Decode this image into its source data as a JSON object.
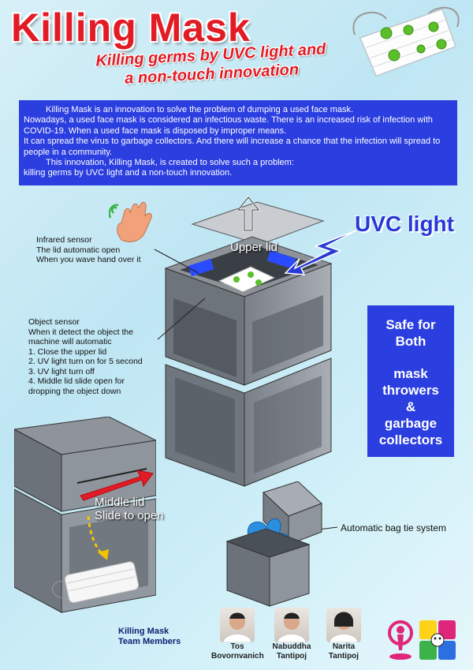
{
  "header": {
    "title": "Killing Mask",
    "subtitle_line1": "Killing germs by UVC light and",
    "subtitle_line2": "a non-touch innovation"
  },
  "intro": {
    "p1": "Killing Mask is an innovation to solve the problem of dumping a used face mask.",
    "p2": "Nowadays, a used face mask is considered an infectious waste. There is an increased risk of infection with COVID-19. When a used face mask is disposed by improper means.",
    "p3": "It can spread the virus to garbage collectors. And there will increase a chance that the infection will spread to people in a community.",
    "p4": "This innovation, Killing Mask, is created to solve such a problem:",
    "p5": "killing germs by UVC light and a non-touch innovation."
  },
  "labels": {
    "infrared_1": "Infrared sensor",
    "infrared_2": "The lid automatic open",
    "infrared_3": "When you wave hand over it",
    "upper_lid": "Upper lid",
    "uvc_light": "UVC light",
    "object_1": "Object sensor",
    "object_2": "When it detect the object  the",
    "object_3": "machine will automatic",
    "object_4": "1. Close the upper lid",
    "object_5": "2. UV light turn on for 5 second",
    "object_6": "3. UV light turn off",
    "object_7": "4. Middle lid slide open for",
    "object_8": "dropping the object down",
    "middle_lid_1": "Middle lid",
    "middle_lid_2": "Slide to open",
    "bag_tie": "Automatic bag tie system"
  },
  "safe_box": {
    "line1": "Safe for",
    "line2": "Both",
    "line3": "mask",
    "line4": "throwers",
    "line5": "&",
    "line6": "garbage",
    "line7": "collectors"
  },
  "team": {
    "title_1": "Killing Mask",
    "title_2": "Team Members",
    "members": [
      {
        "first": "Tos",
        "last": "Bovornvanich"
      },
      {
        "first": "Nabuddha",
        "last": "Tantipoj"
      },
      {
        "first": "Narita",
        "last": "Tantipoj"
      }
    ]
  },
  "colors": {
    "title_red": "#e21b25",
    "panel_blue": "#2b3ee0",
    "uvc_blue": "#2838d6"
  }
}
